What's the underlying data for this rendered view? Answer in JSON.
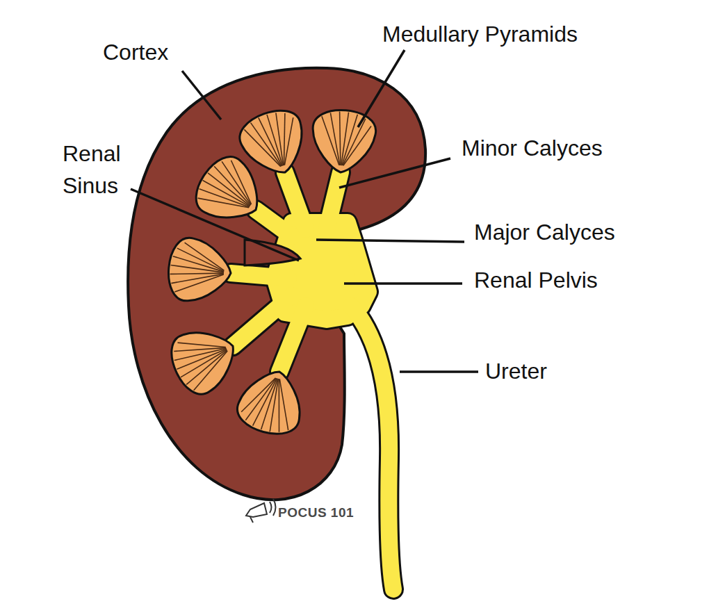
{
  "diagram": {
    "labels": [
      "Cortex",
      "Medullary Pyramids",
      "Renal Sinus",
      "Minor Calyces",
      "Major Calyces",
      "Renal Pelvis",
      "Ureter",
      "POCUS 101"
    ]
  }
}
